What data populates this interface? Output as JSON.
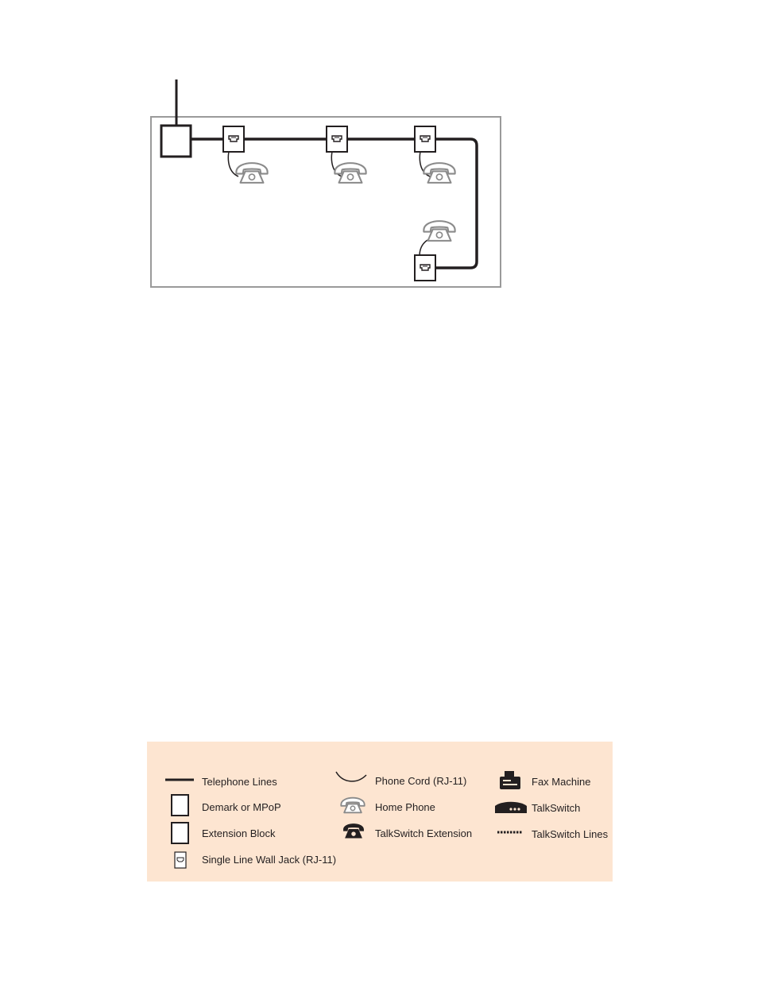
{
  "diagram": {
    "wall_jacks": [
      "jack-1",
      "jack-2",
      "jack-3",
      "jack-4"
    ],
    "home_phones": [
      "phone-1",
      "phone-2",
      "phone-3",
      "phone-4"
    ]
  },
  "legend": {
    "items": [
      {
        "symbol": "telephone-line",
        "label": "Telephone Lines"
      },
      {
        "symbol": "demark-box",
        "label": "Demark or MPoP"
      },
      {
        "symbol": "extension-block",
        "label": "Extension Block"
      },
      {
        "symbol": "wall-jack",
        "label": "Single Line Wall Jack (RJ-11)"
      },
      {
        "symbol": "phone-cord",
        "label": "Phone Cord (RJ-11)"
      },
      {
        "symbol": "home-phone",
        "label": "Home Phone"
      },
      {
        "symbol": "talkswitch-extension",
        "label": "TalkSwitch Extension"
      },
      {
        "symbol": "fax-machine",
        "label": "Fax Machine"
      },
      {
        "symbol": "talkswitch",
        "label": "TalkSwitch"
      },
      {
        "symbol": "talkswitch-lines",
        "label": "TalkSwitch Lines"
      }
    ]
  },
  "colors": {
    "line": "#231f20",
    "home_phone": "#8a8a8a",
    "legend_background": "#fde5d1",
    "frame": "#9a9a9a"
  }
}
